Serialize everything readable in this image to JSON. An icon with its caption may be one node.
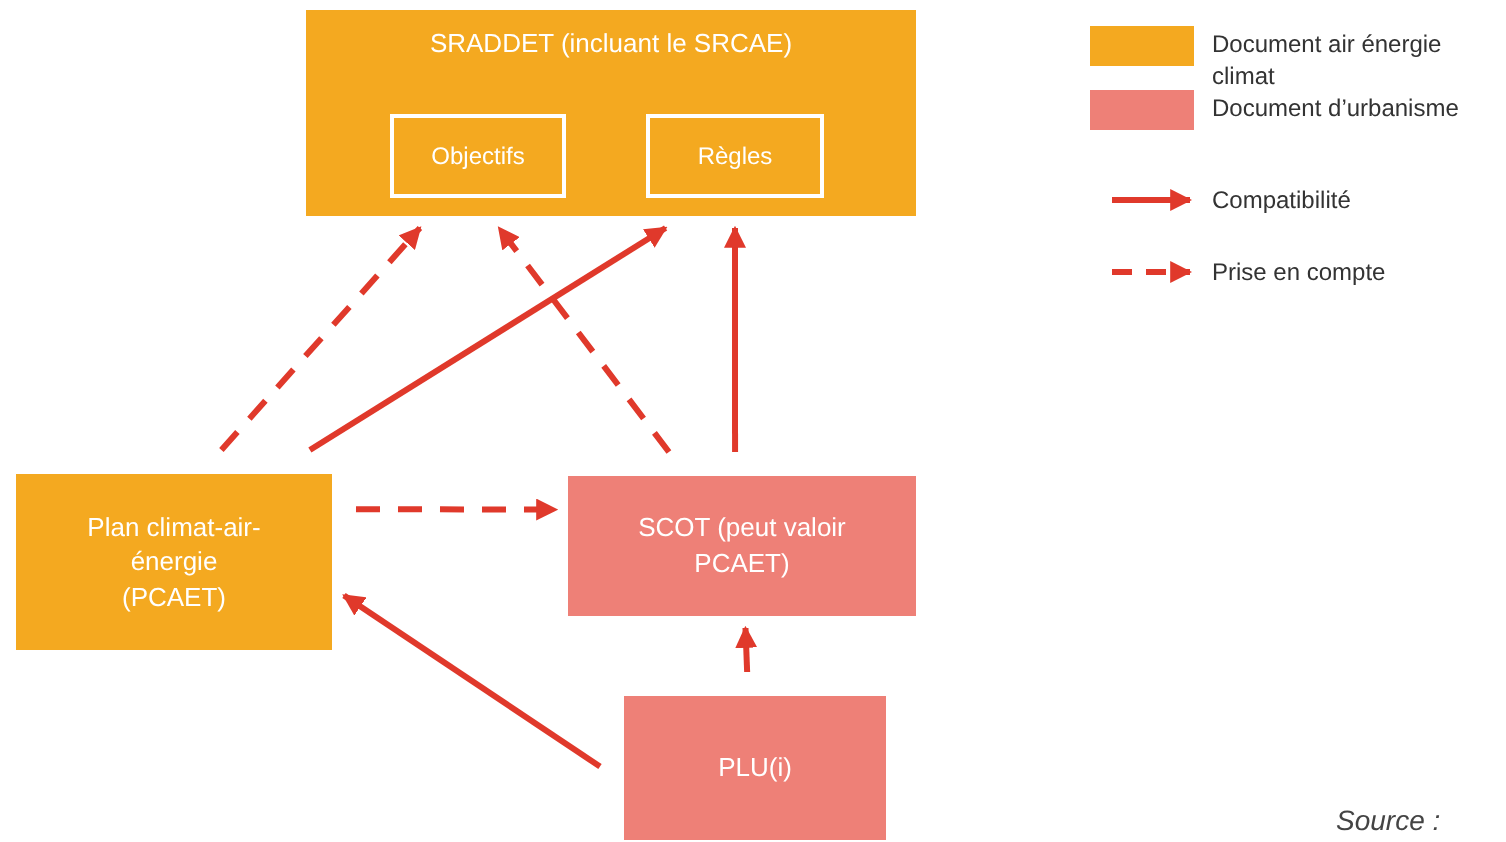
{
  "diagram": {
    "nodes": [
      {
        "text": [
          "SRADDET (incluant le SRCAE)"
        ]
      },
      {
        "text": [
          "Objectifs"
        ],
        "in": 0
      },
      {
        "text": [
          "Règles"
        ],
        "in": 0
      },
      {
        "text": [
          "Plan climat-air-énergie (PCAET)"
        ]
      },
      {
        "text": [
          "SCOT (peut valoir PCAET)"
        ]
      },
      {
        "text": [
          "PLU(i)"
        ]
      }
    ],
    "edges": [
      {
        "from": 3,
        "to": 1,
        "arrow": "to",
        "style": "dashed"
      },
      {
        "from": 3,
        "to": 2,
        "arrow": "to"
      },
      {
        "from": 4,
        "to": 1,
        "arrow": "to",
        "style": "dashed"
      },
      {
        "from": 4,
        "to": 2,
        "arrow": "to"
      },
      {
        "from": 3,
        "to": 4,
        "arrow": "to",
        "style": "dashed"
      },
      {
        "from": 5,
        "to": 3,
        "arrow": "to"
      },
      {
        "from": 5,
        "to": 4,
        "arrow": "to"
      }
    ],
    "labels": [
      "Source :"
    ],
    "legend": [
      {
        "text": "Document air énergie climat",
        "color": "#f4a920"
      },
      {
        "text": "Document d’urbanisme",
        "color": "#ee8077"
      },
      {
        "text": "Compatibilité"
      },
      {
        "text": "Prise en compte"
      }
    ]
  }
}
